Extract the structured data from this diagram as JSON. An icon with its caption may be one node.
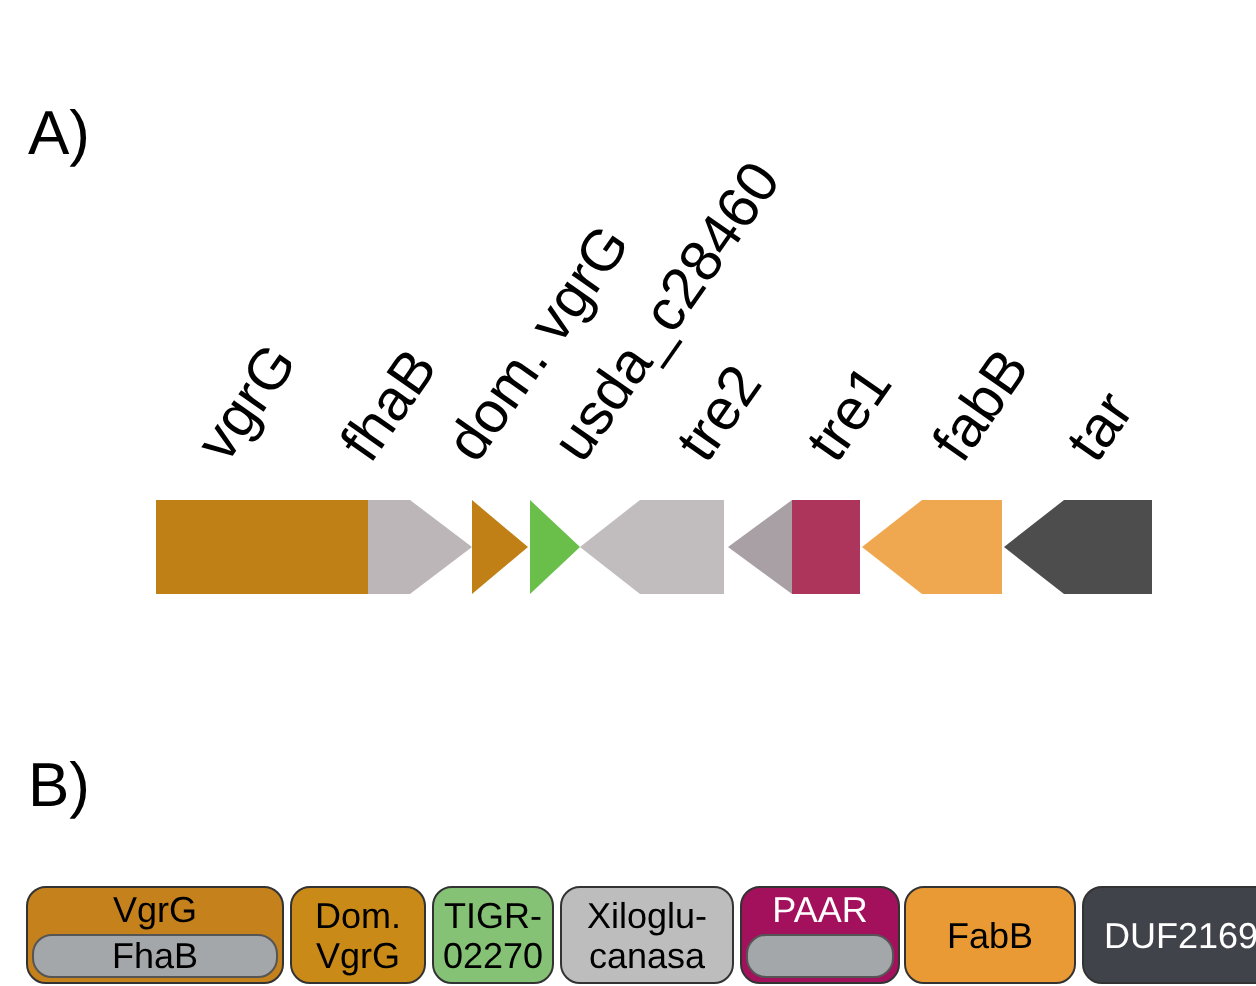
{
  "diagram": {
    "nodes": [
      {
        "text": [
          "vgrG"
        ]
      },
      {
        "text": [
          "fhaB"
        ]
      },
      {
        "text": [
          "dom. vgrG"
        ]
      },
      {
        "text": [
          "usda_c28460"
        ]
      },
      {
        "text": [
          "tre2"
        ]
      },
      {
        "text": [],
        "shape": "triangle"
      },
      {
        "text": [
          "tre1"
        ]
      },
      {
        "text": [
          "fabB"
        ]
      },
      {
        "text": [
          "tar"
        ]
      },
      {
        "text": [
          "VgrG"
        ]
      },
      {
        "text": [
          "FhaB"
        ],
        "in": 9
      },
      {
        "text": [
          "Dom. VgrG"
        ]
      },
      {
        "text": [
          "TIGR- 02270"
        ]
      },
      {
        "text": [
          "Xiloglu- canasa"
        ]
      },
      {
        "text": [
          "PAAR"
        ]
      },
      {
        "text": [],
        "shape": "box",
        "in": 14
      },
      {
        "text": [
          "FabB"
        ]
      },
      {
        "text": [
          "DUF2169"
        ]
      }
    ],
    "labels": [
      "A)",
      "B)"
    ]
  }
}
